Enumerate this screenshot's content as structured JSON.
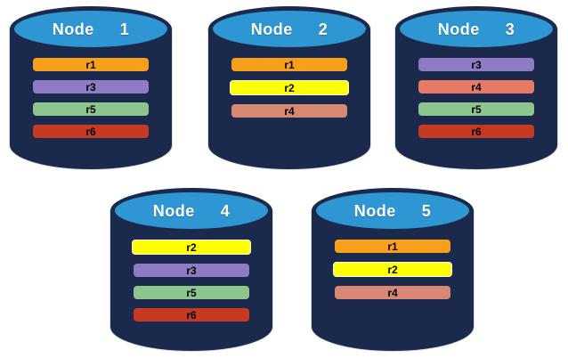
{
  "colors": {
    "background": "#FFFFFF",
    "cylinder_body": "#1B2A4C",
    "cylinder_top": "#2E97D3",
    "node_label_text": "#FFFFFF",
    "bar_label_text": "#000000"
  },
  "nodes": [
    {
      "name": "Node  1",
      "replicas": [
        {
          "label": "r1",
          "color": "#F9A01B"
        },
        {
          "label": "r3",
          "color": "#8D7CC3"
        },
        {
          "label": "r5",
          "color": "#8CC68C"
        },
        {
          "label": "r6",
          "color": "#C63A22"
        }
      ]
    },
    {
      "name": "Node  2",
      "replicas": [
        {
          "label": "r1",
          "color": "#F9A01B"
        },
        {
          "label": "r2",
          "color": "#FFFF00",
          "border": "#FFFFFF"
        },
        {
          "label": "r4",
          "color": "#D68874"
        }
      ]
    },
    {
      "name": "Node  3",
      "replicas": [
        {
          "label": "r3",
          "color": "#8D7CC3"
        },
        {
          "label": "r4",
          "color": "#E57A66"
        },
        {
          "label": "r5",
          "color": "#8CC68C"
        },
        {
          "label": "r6",
          "color": "#C63A22"
        }
      ]
    },
    {
      "name": "Node  4",
      "replicas": [
        {
          "label": "r2",
          "color": "#FFFF00",
          "border": "#FFFFFF"
        },
        {
          "label": "r3",
          "color": "#8D7CC3"
        },
        {
          "label": "r5",
          "color": "#8CC68C"
        },
        {
          "label": "r6",
          "color": "#C63A22"
        }
      ]
    },
    {
      "name": "Node  5",
      "replicas": [
        {
          "label": "r1",
          "color": "#F9A01B"
        },
        {
          "label": "r2",
          "color": "#FFFF00",
          "border": "#FFFFFF"
        },
        {
          "label": "r4",
          "color": "#D68874"
        }
      ]
    }
  ]
}
